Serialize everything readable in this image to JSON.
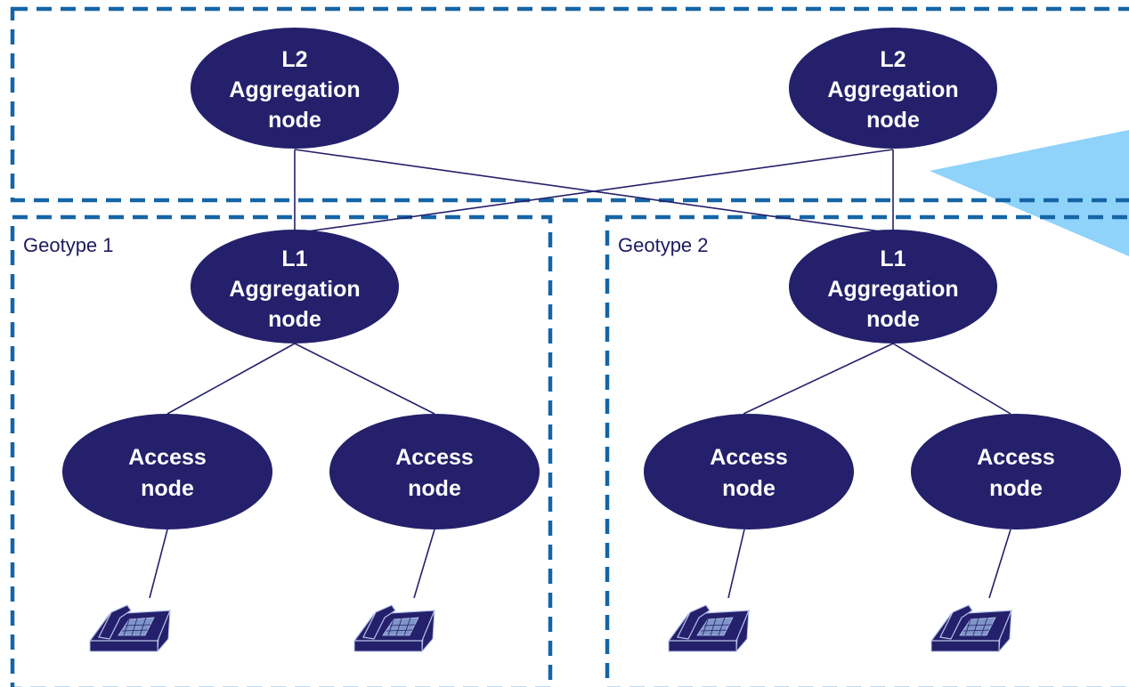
{
  "diagram": {
    "geotypes": [
      {
        "id": "geo1",
        "label": "Geotype 1"
      },
      {
        "id": "geo2",
        "label": "Geotype 2"
      }
    ],
    "nodes": [
      {
        "id": "l2a",
        "kind": "l2-aggregation",
        "lines": [
          "L2",
          "Aggregation",
          "node"
        ]
      },
      {
        "id": "l2b",
        "kind": "l2-aggregation",
        "lines": [
          "L2",
          "Aggregation",
          "node"
        ]
      },
      {
        "id": "l1a",
        "kind": "l1-aggregation",
        "lines": [
          "L1",
          "Aggregation",
          "node"
        ]
      },
      {
        "id": "l1b",
        "kind": "l1-aggregation",
        "lines": [
          "L1",
          "Aggregation",
          "node"
        ]
      },
      {
        "id": "acc1",
        "kind": "access",
        "lines": [
          "Access",
          "node"
        ]
      },
      {
        "id": "acc2",
        "kind": "access",
        "lines": [
          "Access",
          "node"
        ]
      },
      {
        "id": "acc3",
        "kind": "access",
        "lines": [
          "Access",
          "node"
        ]
      },
      {
        "id": "acc4",
        "kind": "access",
        "lines": [
          "Access",
          "node"
        ]
      }
    ],
    "edges": [
      [
        "l2a",
        "l1a"
      ],
      [
        "l2a",
        "l1b"
      ],
      [
        "l2b",
        "l1a"
      ],
      [
        "l2b",
        "l1b"
      ],
      [
        "l1a",
        "acc1"
      ],
      [
        "l1a",
        "acc2"
      ],
      [
        "l1b",
        "acc3"
      ],
      [
        "l1b",
        "acc4"
      ],
      [
        "acc1",
        "phone1"
      ],
      [
        "acc2",
        "phone2"
      ],
      [
        "acc3",
        "phone3"
      ],
      [
        "acc4",
        "phone4"
      ]
    ],
    "endpoints": [
      {
        "id": "phone1",
        "icon": "telephone-icon"
      },
      {
        "id": "phone2",
        "icon": "telephone-icon"
      },
      {
        "id": "phone3",
        "icon": "telephone-icon"
      },
      {
        "id": "phone4",
        "icon": "telephone-icon"
      }
    ],
    "colors": {
      "node_fill": "#24206b",
      "node_text": "#ffffff",
      "frame": "#1565a6",
      "link": "#24206b",
      "accent_wedge": "#8fd3fb",
      "phone_body": "#24206b",
      "phone_keypad": "#7f95c9"
    }
  }
}
